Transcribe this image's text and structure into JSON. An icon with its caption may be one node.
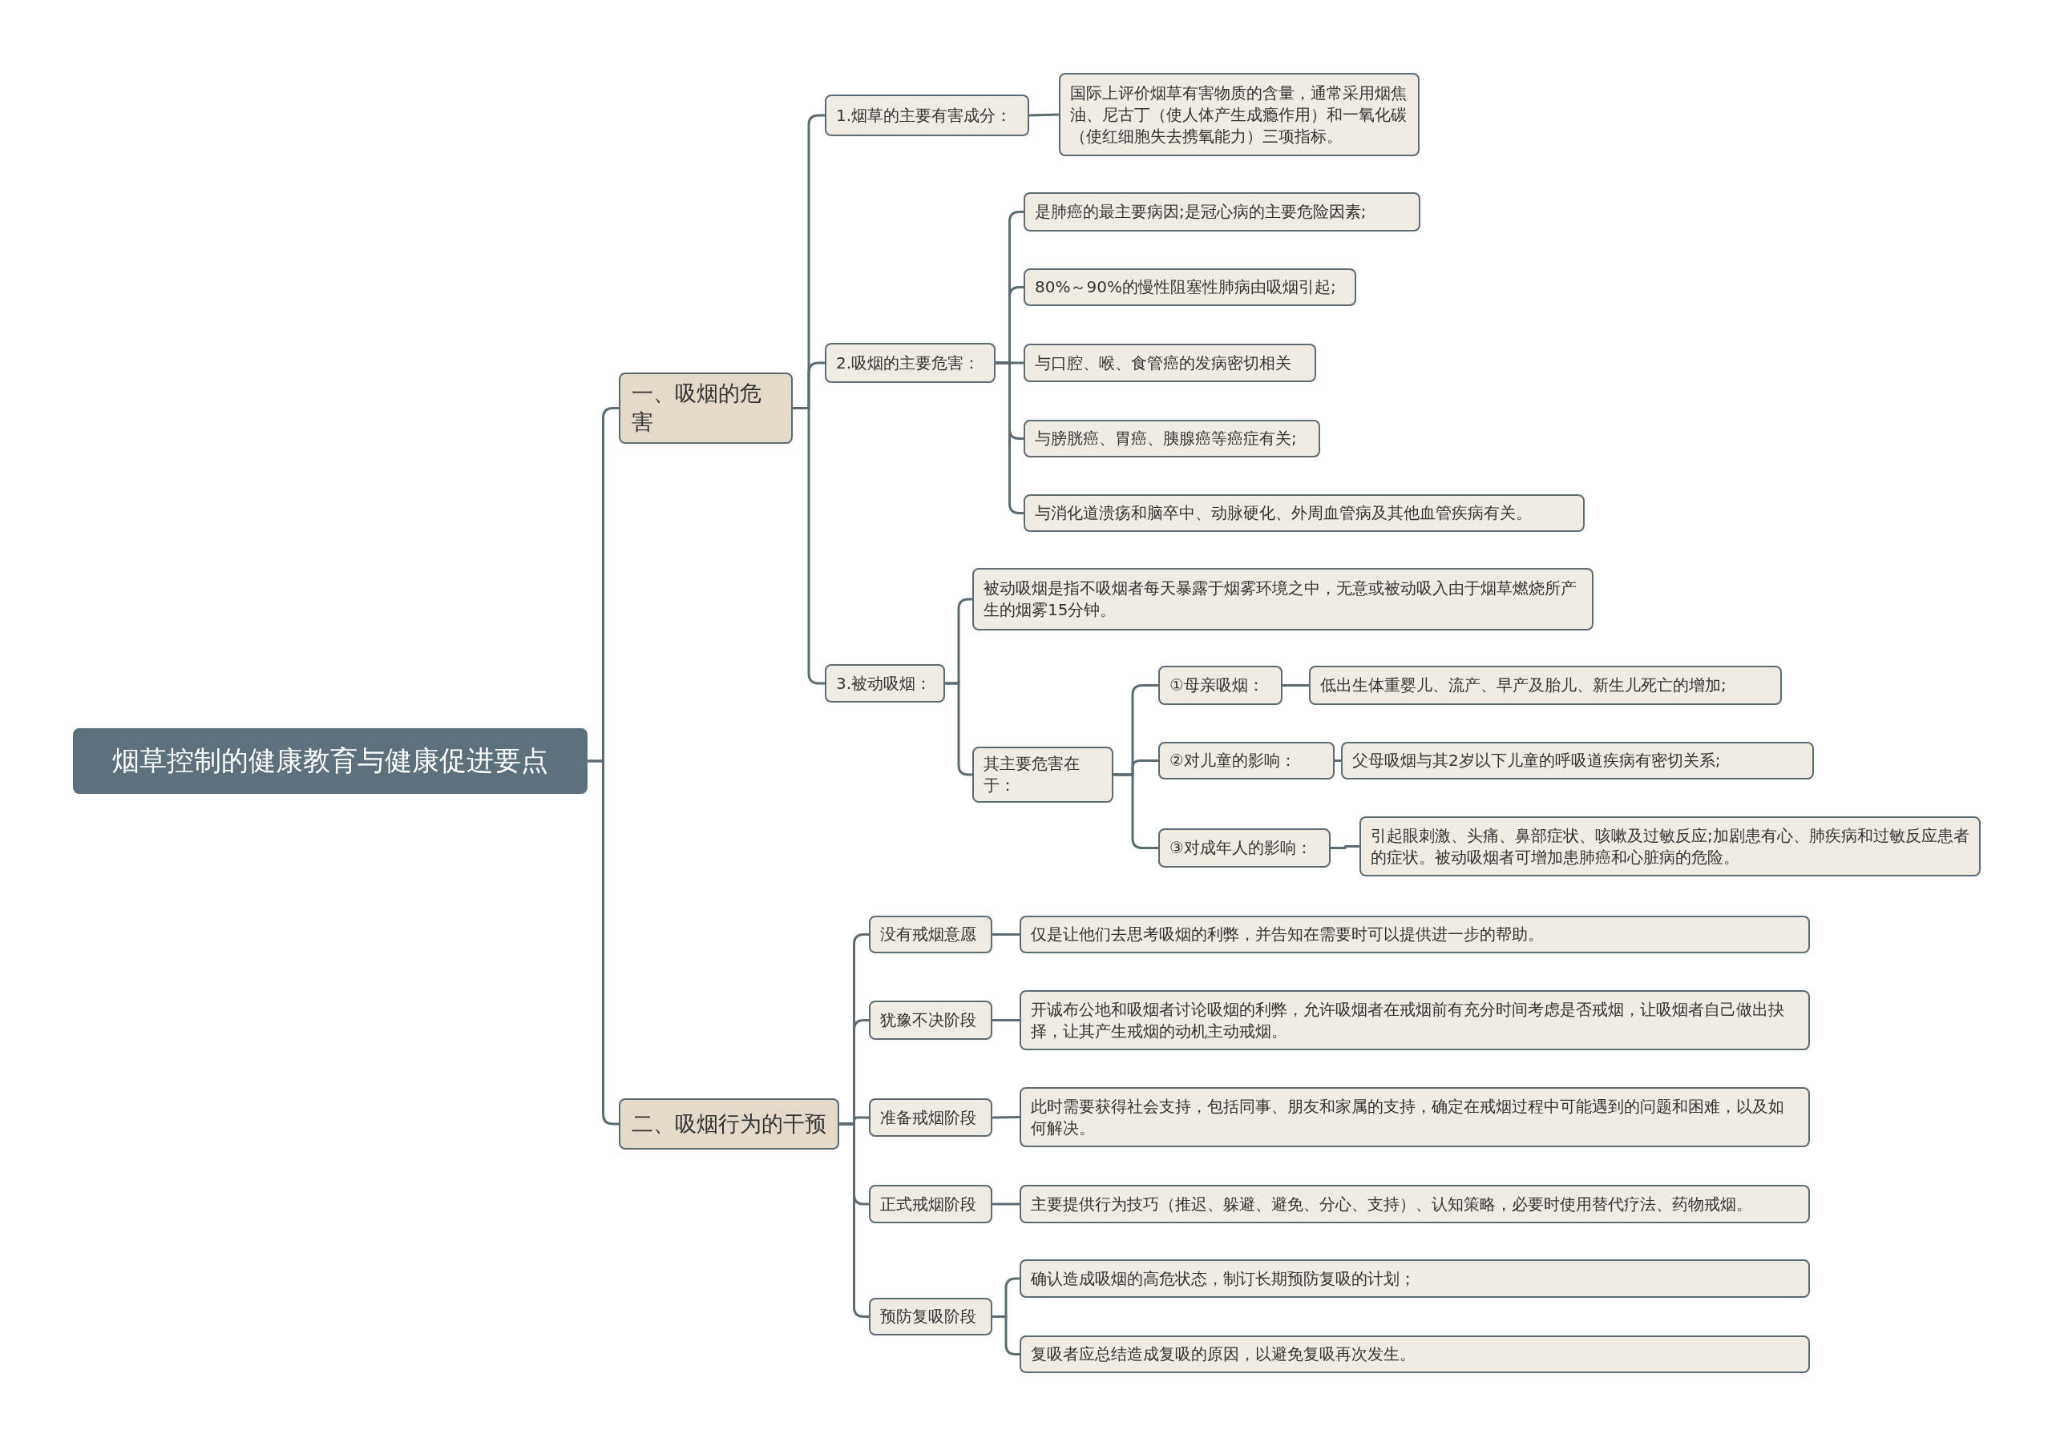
{
  "diagram": {
    "nodes": [
      {
        "text": [
          "烟草控制的健康教育与健康促进要点"
        ]
      },
      {
        "text": [
          "一、吸烟的危害"
        ]
      },
      {
        "text": [
          "1.烟草的主要有害成分："
        ]
      },
      {
        "text": [
          "国际上评价烟草有害物质的含量，通常采用烟焦油、尼古丁（使人体产生成瘾作用）和一氧化碳（使红细胞失去携氧能力）三项指标。"
        ]
      },
      {
        "text": [
          "2.吸烟的主要危害："
        ]
      },
      {
        "text": [
          "是肺癌的最主要病因;是冠心病的主要危险因素;"
        ]
      },
      {
        "text": [
          "80%～90%的慢性阻塞性肺病由吸烟引起;"
        ]
      },
      {
        "text": [
          "与口腔、喉、食管癌的发病密切相关"
        ]
      },
      {
        "text": [
          "与膀胱癌、胃癌、胰腺癌等癌症有关;"
        ]
      },
      {
        "text": [
          "与消化道溃疡和脑卒中、动脉硬化、外周血管病及其他血管疾病有关。"
        ]
      },
      {
        "text": [
          "3.被动吸烟："
        ]
      },
      {
        "text": [
          "被动吸烟是指不吸烟者每天暴露于烟雾环境之中，无意或被动吸入由于烟草燃烧所产生的烟雾15分钟。"
        ]
      },
      {
        "text": [
          "其主要危害在于："
        ]
      },
      {
        "text": [
          "①母亲吸烟："
        ]
      },
      {
        "text": [
          "低出生体重婴儿、流产、早产及胎儿、新生儿死亡的增加;"
        ]
      },
      {
        "text": [
          "②对儿童的影响："
        ]
      },
      {
        "text": [
          "父母吸烟与其2岁以下儿童的呼吸道疾病有密切关系;"
        ]
      },
      {
        "text": [
          "③对成年人的影响："
        ]
      },
      {
        "text": [
          "引起眼刺激、头痛、鼻部症状、咳嗽及过敏反应;加剧患有心、肺疾病和过敏反应患者的症状。被动吸烟者可增加患肺癌和心脏病的危险。"
        ]
      },
      {
        "text": [
          "二、吸烟行为的干预"
        ]
      },
      {
        "text": [
          "没有戒烟意愿"
        ]
      },
      {
        "text": [
          "仅是让他们去思考吸烟的利弊，并告知在需要时可以提供进一步的帮助。"
        ]
      },
      {
        "text": [
          "犹豫不决阶段"
        ]
      },
      {
        "text": [
          "开诚布公地和吸烟者讨论吸烟的利弊，允许吸烟者在戒烟前有充分时间考虑是否戒烟，让吸烟者自己做出抉择，让其产生戒烟的动机主动戒烟。"
        ]
      },
      {
        "text": [
          "准备戒烟阶段"
        ]
      },
      {
        "text": [
          "此时需要获得社会支持，包括同事、朋友和家属的支持，确定在戒烟过程中可能遇到的问题和困难，以及如何解决。"
        ]
      },
      {
        "text": [
          "正式戒烟阶段"
        ]
      },
      {
        "text": [
          "主要提供行为技巧（推迟、躲避、避免、分心、支持）、认知策略，必要时使用替代疗法、药物戒烟。"
        ]
      },
      {
        "text": [
          "预防复吸阶段"
        ]
      },
      {
        "text": [
          "确认造成吸烟的高危状态，制订长期预防复吸的计划；"
        ]
      },
      {
        "text": [
          "复吸者应总结造成复吸的原因，以避免复吸再次发生。"
        ]
      }
    ],
    "edges": [
      {
        "from": 0,
        "to": 1,
        "arrow": "none"
      },
      {
        "from": 0,
        "to": 19,
        "arrow": "none"
      },
      {
        "from": 1,
        "to": 2,
        "arrow": "none"
      },
      {
        "from": 2,
        "to": 3,
        "arrow": "none"
      },
      {
        "from": 1,
        "to": 4,
        "arrow": "none"
      },
      {
        "from": 4,
        "to": 5,
        "arrow": "none"
      },
      {
        "from": 4,
        "to": 6,
        "arrow": "none"
      },
      {
        "from": 4,
        "to": 7,
        "arrow": "none"
      },
      {
        "from": 4,
        "to": 8,
        "arrow": "none"
      },
      {
        "from": 4,
        "to": 9,
        "arrow": "none"
      },
      {
        "from": 1,
        "to": 10,
        "arrow": "none"
      },
      {
        "from": 10,
        "to": 11,
        "arrow": "none"
      },
      {
        "from": 10,
        "to": 12,
        "arrow": "none"
      },
      {
        "from": 12,
        "to": 13,
        "arrow": "none"
      },
      {
        "from": 13,
        "to": 14,
        "arrow": "none"
      },
      {
        "from": 12,
        "to": 15,
        "arrow": "none"
      },
      {
        "from": 15,
        "to": 16,
        "arrow": "none"
      },
      {
        "from": 12,
        "to": 17,
        "arrow": "none"
      },
      {
        "from": 17,
        "to": 18,
        "arrow": "none"
      },
      {
        "from": 19,
        "to": 20,
        "arrow": "none"
      },
      {
        "from": 20,
        "to": 21,
        "arrow": "none"
      },
      {
        "from": 19,
        "to": 22,
        "arrow": "none"
      },
      {
        "from": 22,
        "to": 23,
        "arrow": "none"
      },
      {
        "from": 19,
        "to": 24,
        "arrow": "none"
      },
      {
        "from": 24,
        "to": 25,
        "arrow": "none"
      },
      {
        "from": 19,
        "to": 26,
        "arrow": "none"
      },
      {
        "from": 26,
        "to": 27,
        "arrow": "none"
      },
      {
        "from": 19,
        "to": 28,
        "arrow": "none"
      },
      {
        "from": 28,
        "to": 29,
        "arrow": "none"
      },
      {
        "from": 28,
        "to": 30,
        "arrow": "none"
      }
    ]
  }
}
